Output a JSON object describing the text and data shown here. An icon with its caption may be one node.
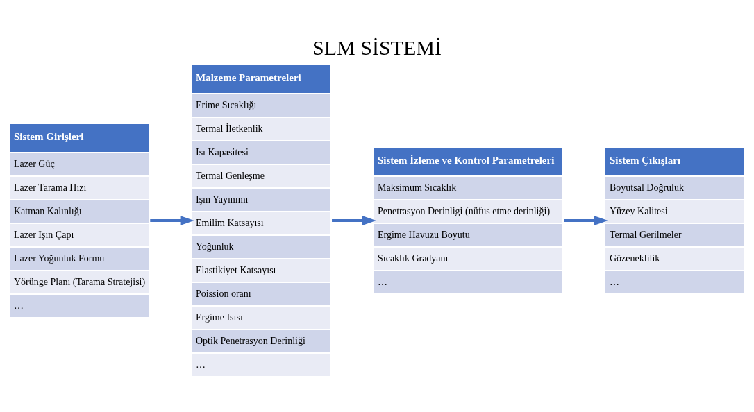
{
  "diagram": {
    "title": "SLM SİSTEMİ",
    "nodes": [
      {
        "text": [
          "Sistem Girişleri",
          "Lazer Güç",
          "Lazer Tarama Hızı",
          "Katman Kalınlığı",
          "Lazer Işın Çapı",
          "Lazer Yoğunluk Formu",
          "Yörünge Planı (Tarama Stratejisi)",
          "…"
        ]
      },
      {
        "text": [
          "Malzeme Parametreleri",
          "Erime Sıcaklığı",
          "Termal İletkenlik",
          "Isı Kapasitesi",
          "Termal Genleşme",
          "Işın Yayınımı",
          "Emilim Katsayısı",
          "Yoğunluk",
          "Elastikiyet Katsayısı",
          "Poission oranı",
          "Ergime Isısı",
          "Optik Penetrasyon Derinliği",
          "…"
        ]
      },
      {
        "text": [
          "Sistem İzleme ve Kontrol Parametreleri",
          "Maksimum Sıcaklık",
          "Penetrasyon Derinligi (nüfus etme derinliği)",
          "Ergime Havuzu Boyutu",
          "Sıcaklık Gradyanı",
          "…"
        ]
      },
      {
        "text": [
          "Sistem Çıkışları",
          "Boyutsal Doğruluk",
          "Yüzey Kalitesi",
          "Termal Gerilmeler",
          "Gözeneklilik",
          "…"
        ]
      }
    ],
    "edges": [
      {
        "from": 0,
        "to": 1,
        "arrow": "to"
      },
      {
        "from": 1,
        "to": 2,
        "arrow": "to"
      },
      {
        "from": 2,
        "to": 3,
        "arrow": "to"
      }
    ]
  }
}
